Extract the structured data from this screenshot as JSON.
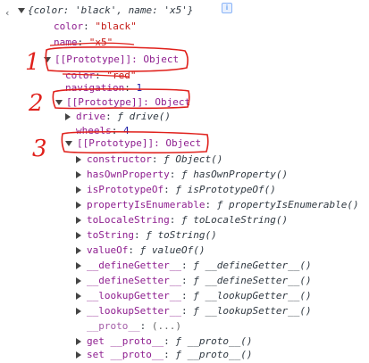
{
  "console": {
    "root_summary": "{color: 'black', name: 'x5'}",
    "color_key": "color",
    "color_val": "\"black\"",
    "name_key": "name",
    "name_val": "\"x5\"",
    "proto1_label": "[[Prototype]]: Object",
    "proto1_color_key": "color",
    "proto1_color_val": "\"red\"",
    "nav_key": "navigation",
    "nav_val": "1",
    "proto2_label": "[[Prototype]]: Object",
    "drive_key": "drive",
    "drive_val": "ƒ drive()",
    "wheels_key": "wheels",
    "wheels_val": "4",
    "proto3_label": "[[Prototype]]: Object",
    "object_items": [
      {
        "key": "constructor",
        "val": "ƒ Object()"
      },
      {
        "key": "hasOwnProperty",
        "val": "ƒ hasOwnProperty()"
      },
      {
        "key": "isPrototypeOf",
        "val": "ƒ isPrototypeOf()"
      },
      {
        "key": "propertyIsEnumerable",
        "val": "ƒ propertyIsEnumerable()"
      },
      {
        "key": "toLocaleString",
        "val": "ƒ toLocaleString()"
      },
      {
        "key": "toString",
        "val": "ƒ toString()"
      },
      {
        "key": "valueOf",
        "val": "ƒ valueOf()"
      },
      {
        "key": "__defineGetter__",
        "val": "ƒ __defineGetter__()"
      },
      {
        "key": "__defineSetter__",
        "val": "ƒ __defineSetter__()"
      },
      {
        "key": "__lookupGetter__",
        "val": "ƒ __lookupGetter__()"
      },
      {
        "key": "__lookupSetter__",
        "val": "ƒ __lookupSetter__()"
      }
    ],
    "proto_accessor_key": "__proto__",
    "proto_accessor_val": "(...)",
    "get_proto_key": "get __proto__",
    "get_proto_val": "ƒ __proto__()",
    "set_proto_key": "set __proto__",
    "set_proto_val": "ƒ __proto__()",
    "info_glyph": "i",
    "back_glyph": "‹"
  },
  "annotations": {
    "label1": "1",
    "label2": "2",
    "label3": "3"
  }
}
